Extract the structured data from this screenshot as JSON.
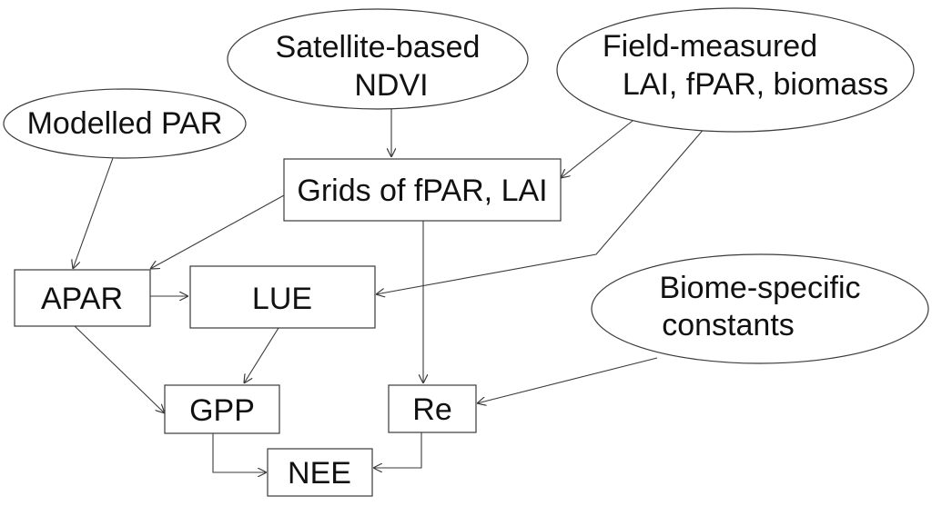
{
  "nodes": {
    "satellite_ndvi": {
      "line1": "Satellite-based",
      "line2": "NDVI"
    },
    "field_measured": {
      "line1": "Field-measured",
      "line2": "LAI, fPAR, biomass"
    },
    "modelled_par": {
      "label": "Modelled PAR"
    },
    "grids": {
      "label": "Grids of fPAR, LAI"
    },
    "apar": {
      "label": "APAR"
    },
    "lue": {
      "label": "LUE"
    },
    "biome_constants": {
      "line1": "Biome-specific",
      "line2": "constants"
    },
    "gpp": {
      "label": "GPP"
    },
    "re": {
      "label": "Re"
    },
    "nee": {
      "label": "NEE"
    }
  },
  "edges": [
    {
      "from": "Satellite-based NDVI",
      "to": "Grids of fPAR, LAI"
    },
    {
      "from": "Field-measured LAI, fPAR, biomass",
      "to": "Grids of fPAR, LAI"
    },
    {
      "from": "Field-measured LAI, fPAR, biomass",
      "to": "LUE"
    },
    {
      "from": "Modelled PAR",
      "to": "APAR"
    },
    {
      "from": "Grids of fPAR, LAI",
      "to": "APAR"
    },
    {
      "from": "Grids of fPAR, LAI",
      "to": "Re"
    },
    {
      "from": "APAR",
      "to": "LUE"
    },
    {
      "from": "APAR",
      "to": "GPP"
    },
    {
      "from": "LUE",
      "to": "GPP"
    },
    {
      "from": "Biome-specific constants",
      "to": "Re"
    },
    {
      "from": "GPP",
      "to": "NEE"
    },
    {
      "from": "Re",
      "to": "NEE"
    }
  ],
  "colors": {
    "stroke": "#3a3a3a",
    "text": "#111111",
    "background": "#ffffff"
  }
}
